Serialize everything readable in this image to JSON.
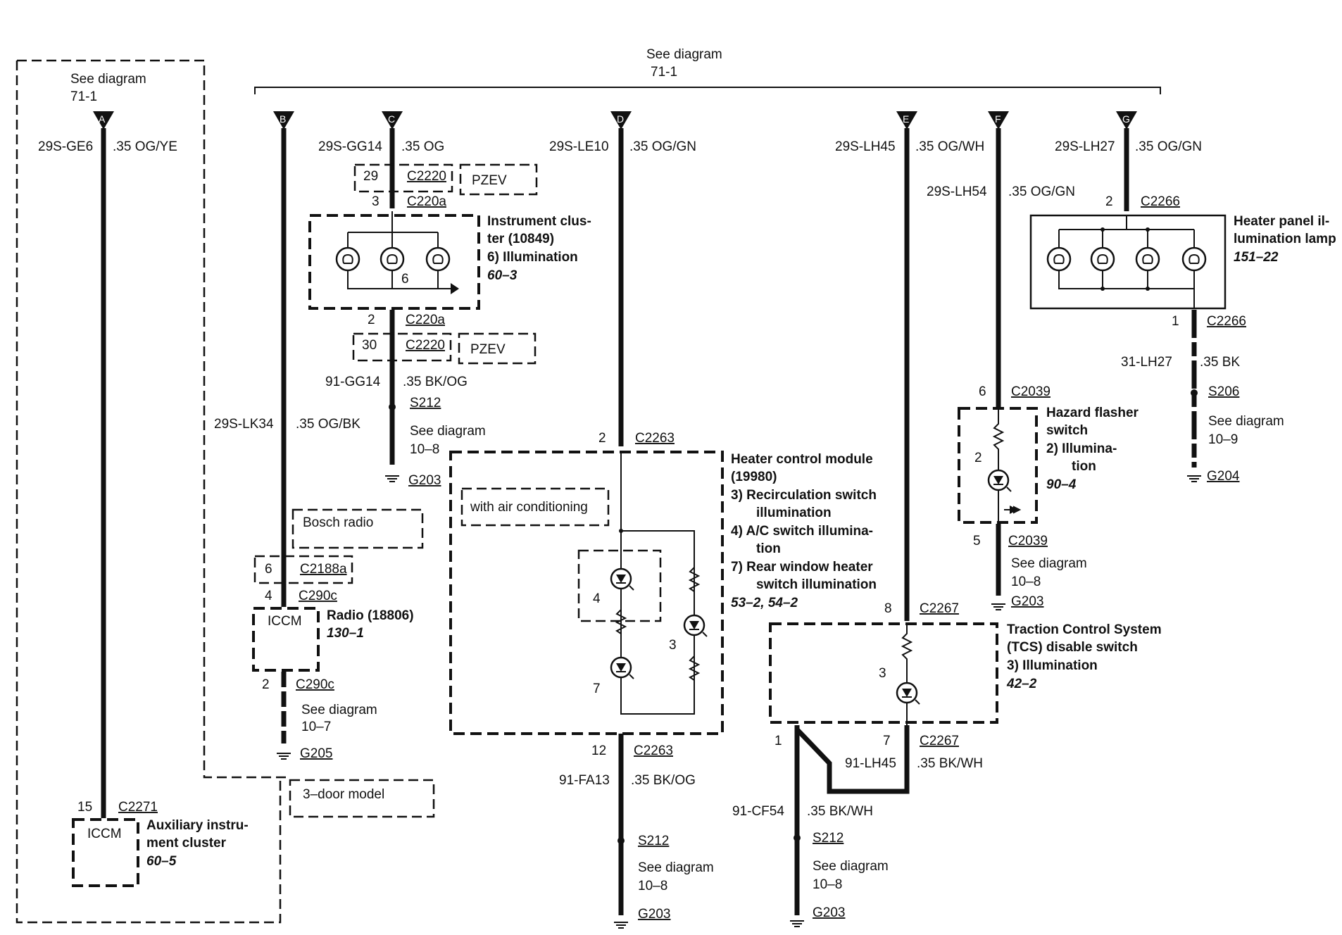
{
  "top_bus": {
    "see": "See diagram",
    "ref": "71-1"
  },
  "aux": {
    "see": "See diagram",
    "ref": "71-1"
  },
  "terminals": {
    "A": "A",
    "B": "B",
    "C": "C",
    "D": "D",
    "E": "E",
    "F": "F",
    "G": "G"
  },
  "circuits": {
    "a_circuit": "29S-GE6",
    "a_wire": ".35 OG/YE",
    "c_circuit": "29S-GG14",
    "c_wire": ".35 OG",
    "d_circuit": "29S-LE10",
    "d_wire": ".35 OG/GN",
    "e_circuit": "29S-LH45",
    "e_wire": ".35 OG/WH",
    "f_circuit": "29S-LH54",
    "f_wire": ".35 OG/GN",
    "g_circuit": "29S-LH27",
    "g_wire": ".35 OG/GN",
    "b_circuit": "29S-LK34",
    "b_wire": ".35 OG/BK",
    "c_ret_circuit": "91-GG14",
    "c_ret_wire": ".35 BK/OG",
    "g_ret_circuit": "31-LH27",
    "g_ret_wire": ".35 BK",
    "d_ret_circuit": "91-FA13",
    "d_ret_wire": ".35 BK/OG",
    "e_ret_circuit": "91-LH45",
    "e_ret_wire": ".35 BK/WH",
    "cf_circuit": "91-CF54",
    "cf_wire": ".35 BK/WH"
  },
  "connectors": {
    "c2220_top_pin": "29",
    "c2220_top": "C2220",
    "c220a_top_pin": "3",
    "c220a_top": "C220a",
    "c220a_bot_pin": "2",
    "c220a_bot": "C220a",
    "c2220_bot_pin": "30",
    "c2220_bot": "C2220",
    "c2263_top_pin": "2",
    "c2263_top": "C2263",
    "c2263_bot_pin": "12",
    "c2263_bot": "C2263",
    "c2266_top_pin": "2",
    "c2266_top": "C2266",
    "c2266_bot_pin": "1",
    "c2266_bot": "C2266",
    "c2039_top_pin": "6",
    "c2039_top": "C2039",
    "c2039_bot_pin": "5",
    "c2039_bot": "C2039",
    "c2267_top_pin": "8",
    "c2267_top": "C2267",
    "c2267_b1_pin": "1",
    "c2267_b7_pin": "7",
    "c2267_bot": "C2267",
    "c2188a_pin": "6",
    "c2188a": "C2188a",
    "c290c_top_pin": "4",
    "c290c_top": "C290c",
    "c290c_bot_pin": "2",
    "c290c_bot": "C290c",
    "c2271_pin": "15",
    "c2271": "C2271"
  },
  "options": {
    "pzev": "PZEV",
    "with_ac": "with air conditioning",
    "bosch": "Bosch radio",
    "three_door": "3–door model"
  },
  "components": {
    "ic": {
      "l1": "Instrument clus-",
      "l2": "ter (10849)",
      "l3": "6)  Illumination",
      "ref": "60–3",
      "pin": "6"
    },
    "heater_lamp": {
      "l1": "Heater panel il-",
      "l2": "lumination lamp",
      "ref": "151–22"
    },
    "hcm": {
      "l1": "Heater control module",
      "l2": "(19980)",
      "l3": "3)   Recirculation switch",
      "l4": "illumination",
      "l5": "4)   A/C switch illumina-",
      "l6": "tion",
      "l7": "7)   Rear window heater",
      "l8": "switch illumination",
      "ref": "53–2, 54–2",
      "pin4": "4",
      "pin7": "7",
      "pin3": "3"
    },
    "hazard": {
      "l1": "Hazard flasher",
      "l2": "switch",
      "l3": "2)   Illumina-",
      "l4": "tion",
      "ref": "90–4",
      "pin": "2"
    },
    "tcs": {
      "l1": "Traction Control System",
      "l2": "(TCS) disable switch",
      "l3": "3)   Illumination",
      "ref": "42–2",
      "pin": "3"
    },
    "radio": {
      "name": "Radio (18806)",
      "ref": "130–1",
      "module": "ICCM"
    },
    "aux_ic": {
      "l1": "Auxiliary instru-",
      "l2": "ment cluster",
      "ref": "60–5",
      "module": "ICCM"
    }
  },
  "grounds": {
    "s212_c": "S212",
    "see_c": "See diagram",
    "ref_c": "10–8",
    "g_c": "G203",
    "s206": "S206",
    "see_g": "See diagram",
    "ref_g": "10–9",
    "g_g": "G204",
    "see_f": "See diagram",
    "ref_f": "10–8",
    "g_f": "G203",
    "see_b": "See diagram",
    "ref_b": "10–7",
    "g_b": "G205",
    "s212_d": "S212",
    "see_d": "See diagram",
    "ref_d": "10–8",
    "g_d": "G203",
    "s212_cf": "S212",
    "see_cf": "See diagram",
    "ref_cf": "10–8",
    "g_cf": "G203"
  }
}
